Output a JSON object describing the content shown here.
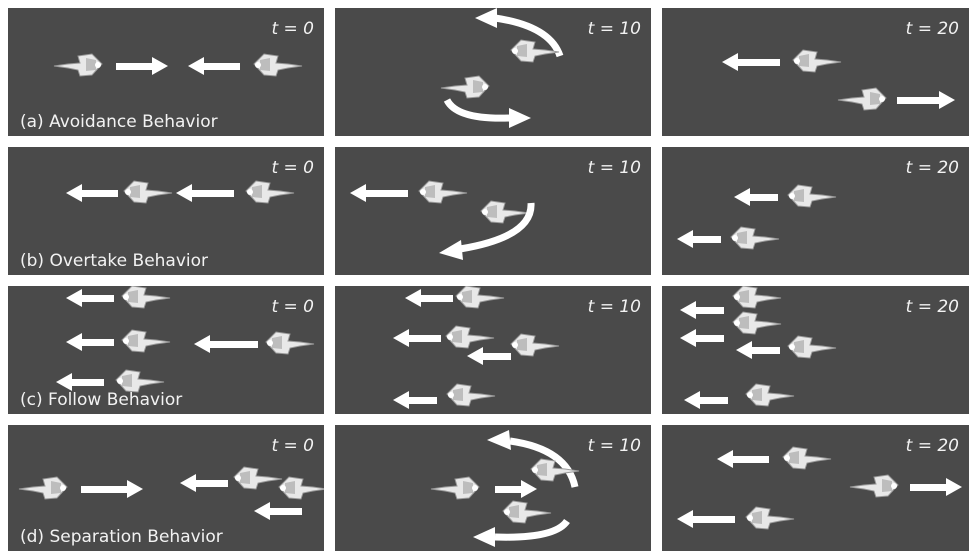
{
  "rows": [
    {
      "caption": "(a) Avoidance Behavior",
      "times": [
        "t = 0",
        "t = 10",
        "t = 20"
      ]
    },
    {
      "caption": "(b) Overtake Behavior",
      "times": [
        "t = 0",
        "t = 10",
        "t = 20"
      ]
    },
    {
      "caption": "(c) Follow Behavior",
      "times": [
        "t = 0",
        "t = 10",
        "t = 20"
      ]
    },
    {
      "caption": "(d) Separation Behavior",
      "times": [
        "t = 0",
        "t = 10",
        "t = 20"
      ]
    }
  ],
  "colors": {
    "panel": "#4a4a4a",
    "arrow": "#ffffff",
    "agent": "#e8e8e8",
    "background": "#ffffff"
  }
}
